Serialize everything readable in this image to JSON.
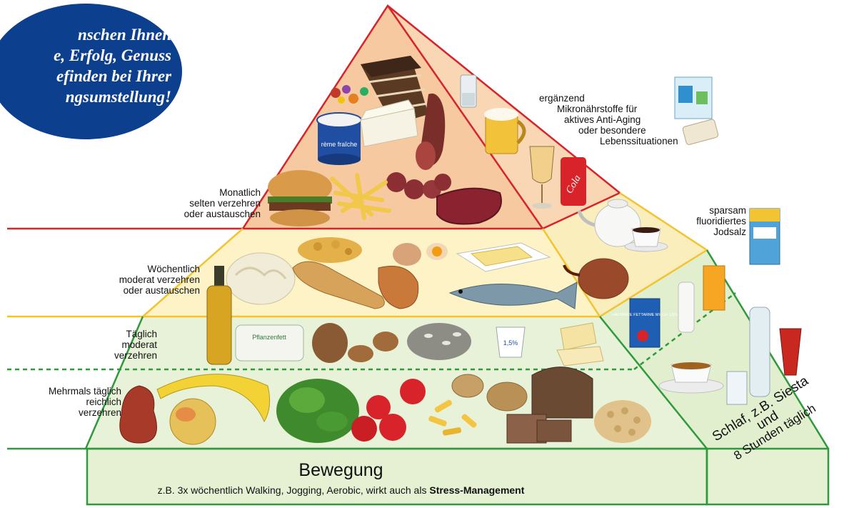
{
  "oval": {
    "lines": [
      "nschen Ihnen",
      "e, Erfolg, Genuss",
      "efinden bei Ihrer",
      "ngsumstellung!"
    ]
  },
  "tiers": {
    "monthly": {
      "lines": [
        "Monatlich",
        "selten verzehren",
        "oder austauschen"
      ]
    },
    "weekly": {
      "lines": [
        "Wöchentlich",
        "moderat verzehren",
        "oder austauschen"
      ]
    },
    "daily": {
      "lines": [
        "Täglich",
        "moderat",
        "verzehren"
      ]
    },
    "multi": {
      "lines": [
        "Mehrmals täglich",
        "reichlich",
        "verzehren"
      ]
    }
  },
  "supplements": {
    "lines": [
      "ergänzend",
      "Mikronährstoffe für",
      "aktives Anti-Aging",
      "oder besondere",
      "Lebenssituationen"
    ]
  },
  "salt": {
    "lines": [
      "sparsam",
      "fluoridiertes",
      "Jodsalz"
    ]
  },
  "product_labels": {
    "creme": "rème fraîche",
    "butter_tub": "Pflanzenfett",
    "yoghurt": "1,5%",
    "milk": "HALTBARE FETTARME MILCH 1,5%",
    "cola": "Cola"
  },
  "base": {
    "title": "Bewegung",
    "subtitle_prefix": "z.B. 3x wöchentlich Walking, Jogging, Aerobic, wirkt auch als ",
    "subtitle_bold": "Stress-Management"
  },
  "sleep": {
    "line1": "Schlaf, z.B. Siesta und",
    "line2": "8 Stunden täglich"
  },
  "colors": {
    "red_line": "#d8232a",
    "yellow_line": "#f2c433",
    "green_line": "#2e9a3c",
    "top_fill": "#f6c9a0",
    "mid_fill": "#fdf3c6",
    "green_fill": "#e8f2d8",
    "oval": "#0d3f8f"
  }
}
